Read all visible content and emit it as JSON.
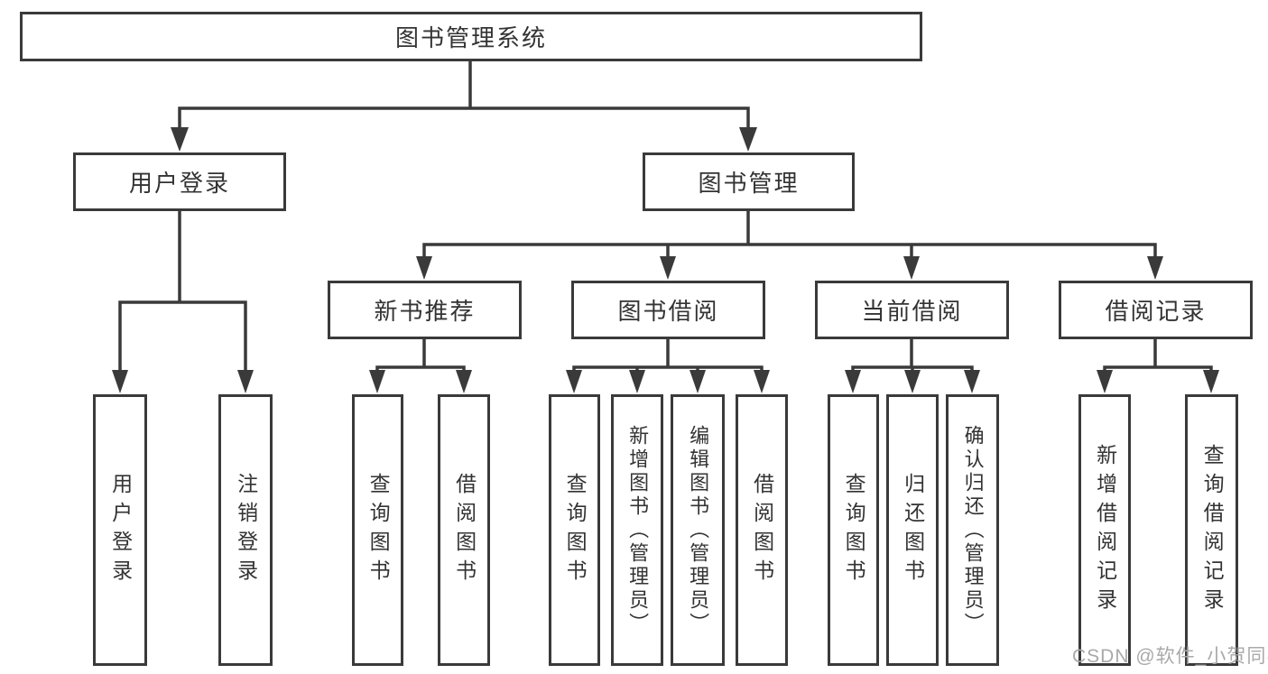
{
  "diagram": {
    "title": "图书管理系统",
    "tree": {
      "root": {
        "label": "图书管理系统",
        "children": [
          {
            "label": "用户登录",
            "children": [
              {
                "label": "用户登录"
              },
              {
                "label": "注销登录"
              }
            ]
          },
          {
            "label": "图书管理",
            "children": [
              {
                "label": "新书推荐",
                "children": [
                  {
                    "label": "查询图书"
                  },
                  {
                    "label": "借阅图书"
                  }
                ]
              },
              {
                "label": "图书借阅",
                "children": [
                  {
                    "label": "查询图书"
                  },
                  {
                    "label": "新增图书（管理员）"
                  },
                  {
                    "label": "编辑图书（管理员）"
                  },
                  {
                    "label": "借阅图书"
                  }
                ]
              },
              {
                "label": "当前借阅",
                "children": [
                  {
                    "label": "查询图书"
                  },
                  {
                    "label": "归还图书"
                  },
                  {
                    "label": "确认归还（管理员）"
                  }
                ]
              },
              {
                "label": "借阅记录",
                "children": [
                  {
                    "label": "新增借阅记录"
                  },
                  {
                    "label": "查询借阅记录"
                  }
                ]
              }
            ]
          }
        ]
      }
    },
    "style": {
      "ink_color": "#3a3a3a",
      "text_color": "#333333",
      "background": "#ffffff"
    }
  },
  "watermark": {
    "text": "CSDN @软件_小贺同学",
    "color": "#a9a9a9"
  }
}
